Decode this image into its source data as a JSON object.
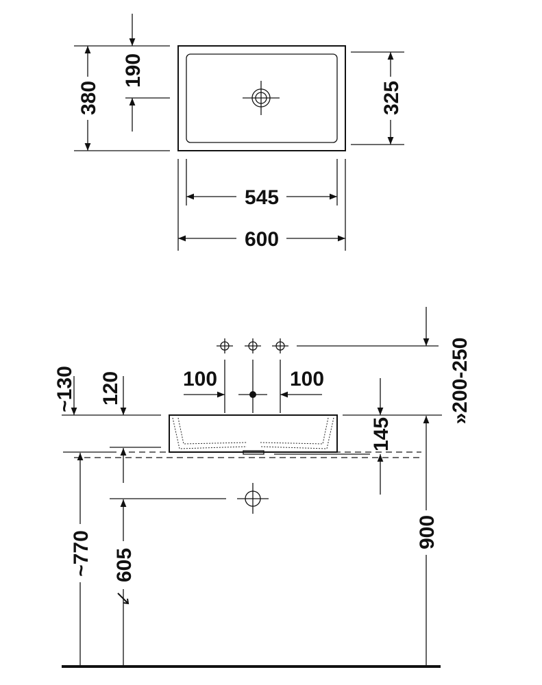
{
  "top_view": {
    "dim_overall_depth": "380",
    "dim_drain_offset": "190",
    "dim_inner_depth": "325",
    "dim_inner_width": "545",
    "dim_overall_width": "600"
  },
  "side_view": {
    "dim_tap_left": "100",
    "dim_tap_right": "100",
    "dim_approx_130": "~130",
    "dim_120": "120",
    "dim_145": "145",
    "dim_tap_height": "»200-250",
    "dim_approx_770": "~770",
    "dim_605": "605",
    "dim_900": "900"
  },
  "colors": {
    "line": "#111111",
    "background": "#ffffff"
  }
}
